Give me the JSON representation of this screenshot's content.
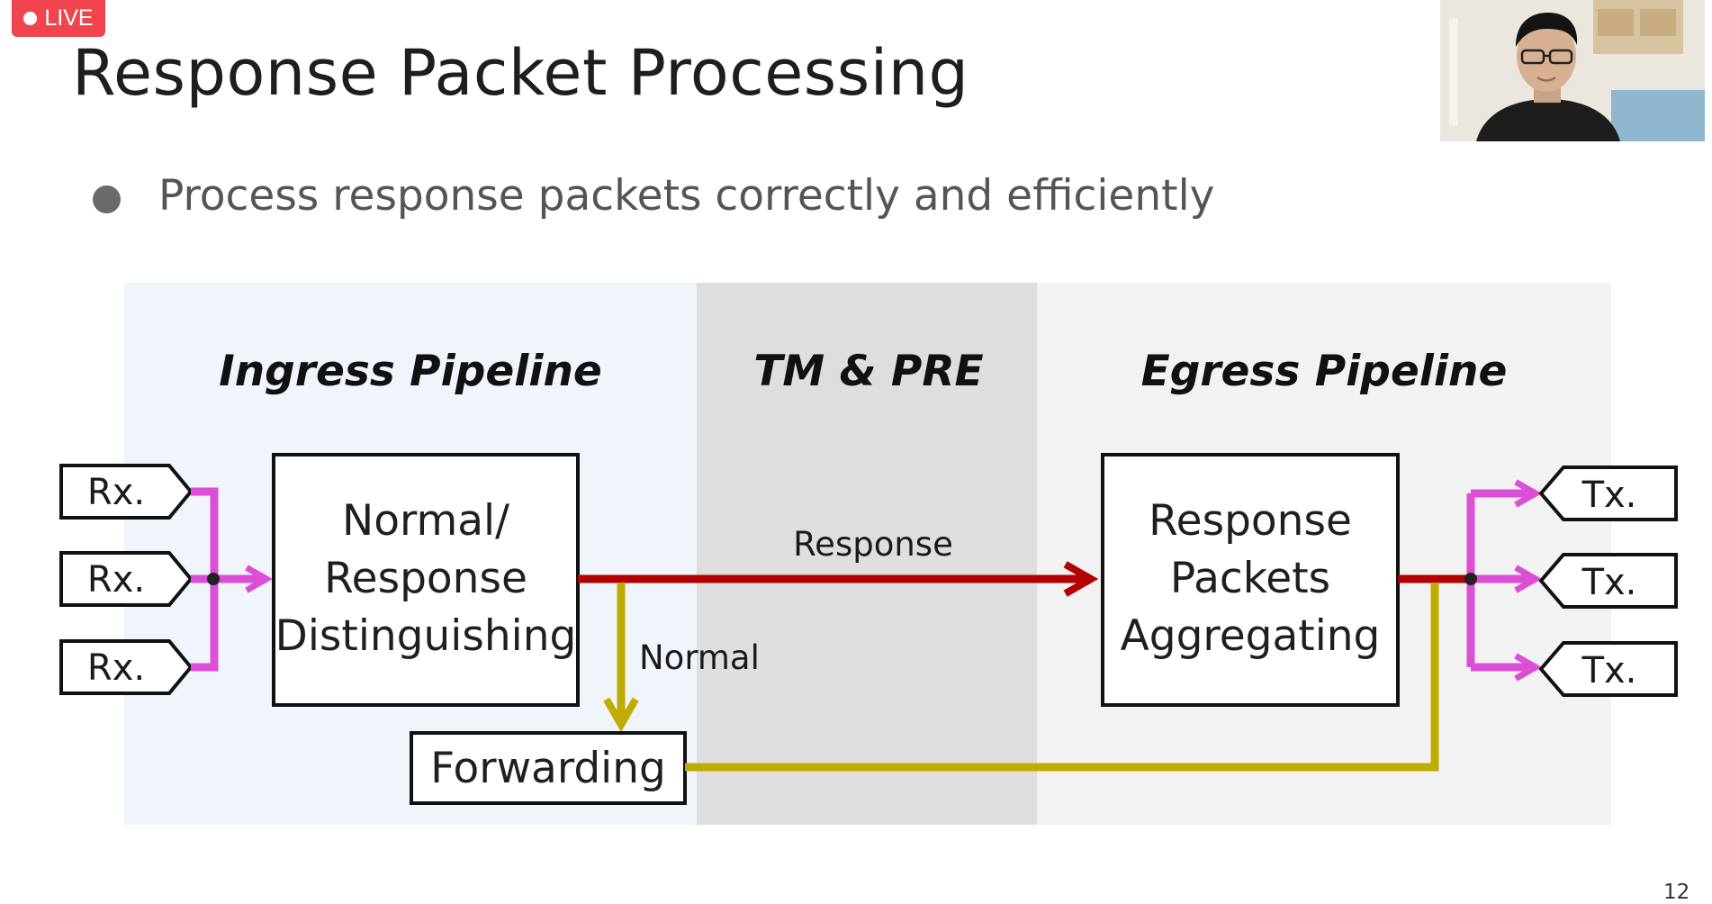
{
  "live_badge": {
    "label": "LIVE",
    "color": "#f0454f"
  },
  "slide": {
    "title": "Response Packet Processing",
    "bullets": [
      "Process response packets correctly and efficiently"
    ],
    "page_number": "12"
  },
  "diagram": {
    "sections": [
      {
        "label": "Ingress Pipeline",
        "color": "#f0f5fc"
      },
      {
        "label": "TM & PRE",
        "color": "#dedede"
      },
      {
        "label": "Egress Pipeline",
        "color": "#f2f2f2"
      }
    ],
    "ports_in": [
      "Rx.",
      "Rx.",
      "Rx."
    ],
    "ports_out": [
      "Tx.",
      "Tx.",
      "Tx."
    ],
    "boxes": {
      "distinguishing": [
        "Normal/",
        "Response",
        "Distinguishing"
      ],
      "aggregating": [
        "Response",
        "Packets",
        "Aggregating"
      ],
      "forwarding": "Forwarding"
    },
    "flows": {
      "response": "Response",
      "normal": "Normal"
    },
    "colors": {
      "fanout": "#dd4ed6",
      "response_path": "#b30000",
      "normal_path": "#c0ac00"
    }
  },
  "webcam": {
    "icon": "presenter-video"
  }
}
